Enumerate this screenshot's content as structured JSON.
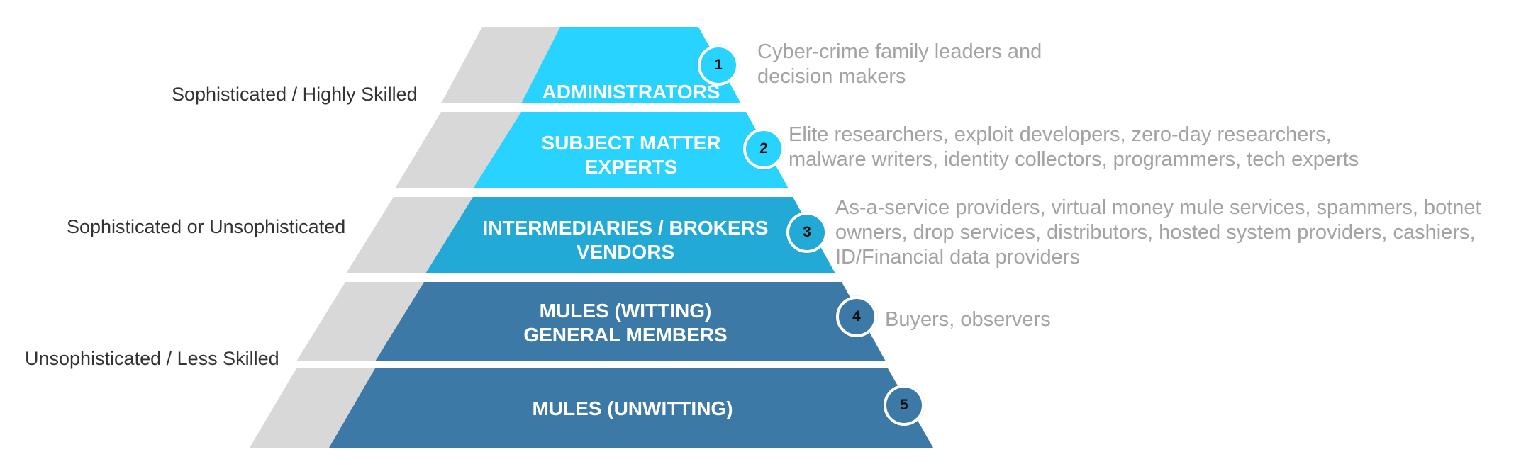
{
  "colors": {
    "light_cyan": "#29d3ff",
    "mid_cyan": "#22a9d6",
    "steel_blue": "#3c79a7",
    "shadow_gray": "#d9d8d8",
    "description_gray": "#a3a3a3",
    "label_dark": "#333333"
  },
  "skill_labels": [
    "Sophisticated / Highly Skilled",
    "Sophisticated or Unsophisticated",
    "Unsophisticated / Less Skilled"
  ],
  "tiers": [
    {
      "number": "1",
      "title_lines": [
        "ADMINISTRATORS"
      ],
      "color_key": "light_cyan",
      "description_lines": [
        "Cyber-crime family leaders and",
        "decision makers"
      ]
    },
    {
      "number": "2",
      "title_lines": [
        "SUBJECT MATTER",
        "EXPERTS"
      ],
      "color_key": "light_cyan",
      "description_lines": [
        "Elite researchers, exploit developers, zero-day researchers,",
        "malware writers, identity collectors, programmers, tech experts"
      ]
    },
    {
      "number": "3",
      "title_lines": [
        "INTERMEDIARIES / BROKERS",
        "VENDORS"
      ],
      "color_key": "mid_cyan",
      "description_lines": [
        "As-a-service providers, virtual money mule services, spammers, botnet",
        "owners, drop services, distributors, hosted system providers, cashiers,",
        "ID/Financial data providers"
      ]
    },
    {
      "number": "4",
      "title_lines": [
        "MULES (WITTING)",
        "GENERAL MEMBERS"
      ],
      "color_key": "steel_blue",
      "description_lines": [
        "Buyers, observers"
      ]
    },
    {
      "number": "5",
      "title_lines": [
        "MULES (UNWITTING)"
      ],
      "color_key": "steel_blue",
      "description_lines": []
    }
  ]
}
